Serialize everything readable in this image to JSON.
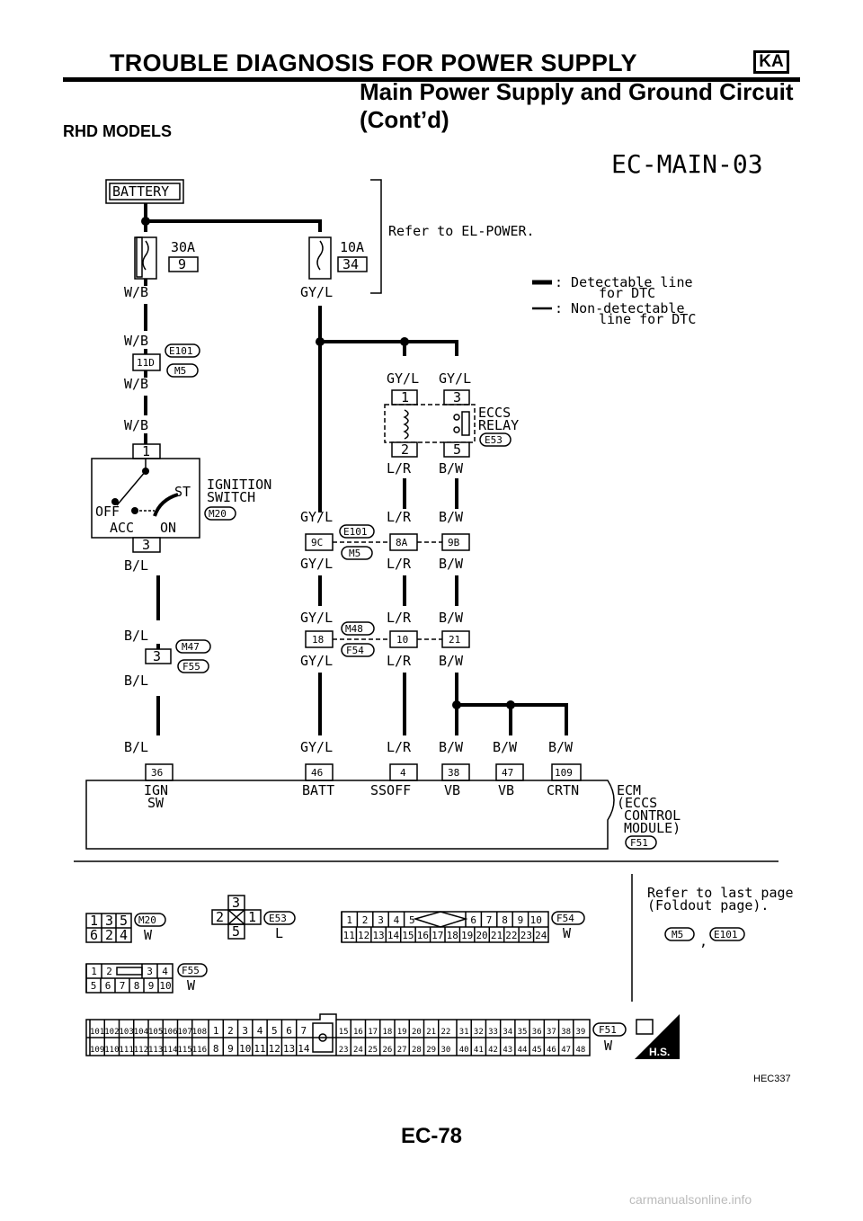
{
  "header": {
    "title": "TROUBLE DIAGNOSIS FOR POWER SUPPLY",
    "badge": "KA",
    "subtitle_line1": "Main Power Supply and Ground Circuit",
    "subtitle_line2": "(Cont’d)",
    "section": "RHD MODELS"
  },
  "diagram": {
    "id": "EC-MAIN-03",
    "battery": "BATTERY",
    "fuse1_amp": "30A",
    "fuse1_num": "9",
    "fuse2_amp": "10A",
    "fuse2_num": "34",
    "refer_power": "Refer to EL-POWER.",
    "legend_detectable_1": ": Detectable line",
    "legend_detectable_2": "for DTC",
    "legend_nondetectable_1": ": Non-detectable",
    "legend_nondetectable_2": "line for DTC",
    "wire_wb": "W/B",
    "wire_gyl": "GY/L",
    "wire_lr": "L/R",
    "wire_bw": "B/W",
    "wire_bl": "B/L",
    "ign_title_1": "IGNITION",
    "ign_title_2": "SWITCH",
    "ign_conn": "M20",
    "ign_off": "OFF",
    "ign_acc": "ACC",
    "ign_on": "ON",
    "ign_st": "ST",
    "ign_pin_in": "1",
    "ign_pin_out": "3",
    "relay_title_1": "ECCS",
    "relay_title_2": "RELAY",
    "relay_conn": "E53",
    "relay_pins": [
      "1",
      "3",
      "2",
      "5"
    ],
    "jc1_pin": "11D",
    "jc1_conn_a": "E101",
    "jc1_conn_b": "M5",
    "jc2_pins": [
      "9C",
      "8A",
      "9B"
    ],
    "jc2_conn_a": "E101",
    "jc2_conn_b": "M5",
    "jc3_pins": [
      "18",
      "10",
      "21"
    ],
    "jc3_conn_a": "M48",
    "jc3_conn_b": "F54",
    "jc4_pin": "3",
    "jc4_conn_a": "M47",
    "jc4_conn_b": "F55",
    "ecm_pins": [
      "36",
      "46",
      "4",
      "38",
      "47",
      "109"
    ],
    "ecm_terms": [
      "IGN",
      "SW",
      "BATT",
      "SSOFF",
      "VB",
      "VB",
      "CRTN"
    ],
    "ecm_title": [
      "ECM",
      "(ECCS",
      "CONTROL",
      "MODULE)"
    ],
    "ecm_conn": "F51"
  },
  "connectors": {
    "m20": {
      "rows": [
        [
          "1",
          "3",
          "5"
        ],
        [
          "6",
          "2",
          "4"
        ]
      ],
      "id": "M20",
      "color": "W"
    },
    "e53": {
      "pins": [
        "3",
        "2",
        "1",
        "5"
      ],
      "id": "E53",
      "color": "L"
    },
    "f54": {
      "rows": [
        [
          "1",
          "2",
          "3",
          "4",
          "5",
          "6",
          "7",
          "8",
          "9",
          "10"
        ],
        [
          "11",
          "12",
          "13",
          "14",
          "15",
          "16",
          "17",
          "18",
          "19",
          "20",
          "21",
          "22",
          "23",
          "24"
        ]
      ],
      "id": "F54",
      "color": "W"
    },
    "f55": {
      "rows": [
        [
          "1",
          "2",
          "3",
          "4"
        ],
        [
          "5",
          "6",
          "7",
          "8",
          "9",
          "10"
        ]
      ],
      "id": "F55",
      "color": "W"
    },
    "refer_last_1": "Refer to last page",
    "refer_last_2": "(Foldout page).",
    "refer_conn_a": "M5",
    "refer_sep": ",",
    "refer_conn_b": "E101",
    "f51": {
      "rowA1": [
        "101",
        "102",
        "103",
        "104",
        "105",
        "106",
        "107",
        "108"
      ],
      "rowB1": [
        "109",
        "110",
        "111",
        "112",
        "113",
        "114",
        "115",
        "116"
      ],
      "rowA2": [
        "1",
        "2",
        "3",
        "4",
        "5",
        "6",
        "7"
      ],
      "rowB2": [
        "8",
        "9",
        "10",
        "11",
        "12",
        "13",
        "14"
      ],
      "rowA3": [
        "15",
        "16",
        "17",
        "18",
        "19",
        "20",
        "21",
        "22"
      ],
      "rowB3": [
        "23",
        "24",
        "25",
        "26",
        "27",
        "28",
        "29",
        "30"
      ],
      "rowA4": [
        "31",
        "32",
        "33",
        "34",
        "35",
        "36",
        "37",
        "38",
        "39"
      ],
      "rowB4": [
        "40",
        "41",
        "42",
        "43",
        "44",
        "45",
        "46",
        "47",
        "48"
      ],
      "id": "F51",
      "color": "W",
      "hs": "H.S."
    }
  },
  "footer": {
    "code": "HEC337",
    "page": "EC-78",
    "watermark": "carmanualsonline.info"
  }
}
